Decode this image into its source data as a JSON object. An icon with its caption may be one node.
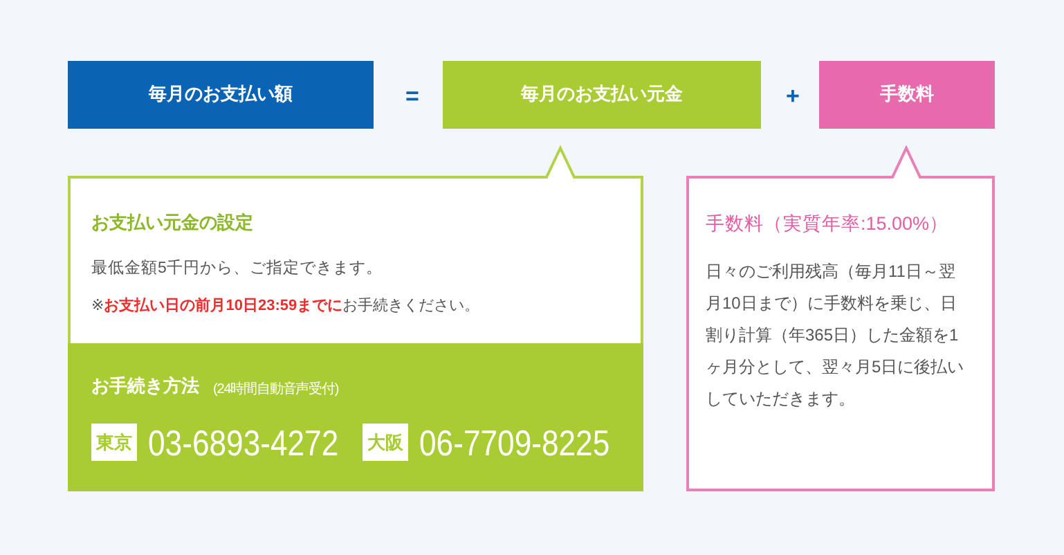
{
  "diagram": {
    "nodes": [
      {
        "text": [
          "毎月のお支払い額"
        ]
      },
      {
        "text": [
          "毎月のお支払い元金"
        ]
      },
      {
        "text": [
          "手数料"
        ]
      },
      {
        "text": [
          "お支払い元金の設定",
          "最低金額5千円から、ご指定できます。",
          "※**お支払い日の前月10日23:59までに**お手続きください。"
        ]
      },
      {
        "text": [
          "お手続き方法",
          "(24時間自動音声受付)"
        ],
        "in": 3
      },
      {
        "text": [
          "東京"
        ],
        "in": 4,
        "beside": [
          "03-6893-4272"
        ]
      },
      {
        "text": [
          "大阪"
        ],
        "in": 4,
        "beside": [
          "06-7709-8225"
        ]
      },
      {
        "text": [
          "手数料（実質年率:15.00%）",
          "日々のご利用残高（毎月11日～翌月10日まで）に手数料を乗じ、日割り計算（年365日）した金額を1ヶ月分として、翌々月5日に後払いしていただきます。"
        ]
      }
    ],
    "labels": [
      "=",
      "+"
    ]
  }
}
